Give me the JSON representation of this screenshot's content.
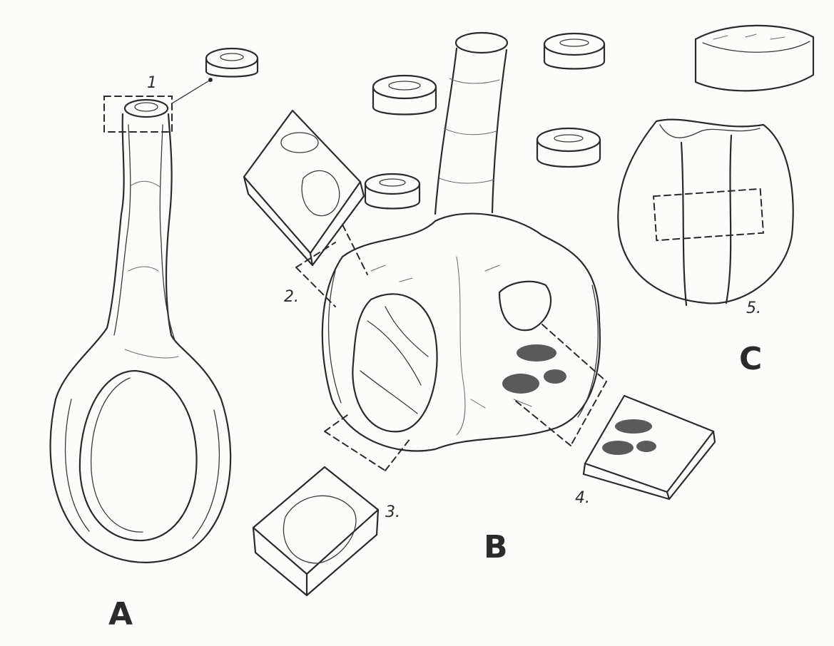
{
  "figure": {
    "panels": [
      {
        "id": "A",
        "label": "A"
      },
      {
        "id": "B",
        "label": "B"
      },
      {
        "id": "C",
        "label": "C"
      }
    ],
    "regions": [
      {
        "id": "1",
        "label": "1"
      },
      {
        "id": "2",
        "label": "2."
      },
      {
        "id": "3",
        "label": "3."
      },
      {
        "id": "4",
        "label": "4."
      },
      {
        "id": "5",
        "label": "5."
      }
    ]
  },
  "colors": {
    "ink": "#2b2b2b",
    "paper": "#fcfcfb"
  }
}
